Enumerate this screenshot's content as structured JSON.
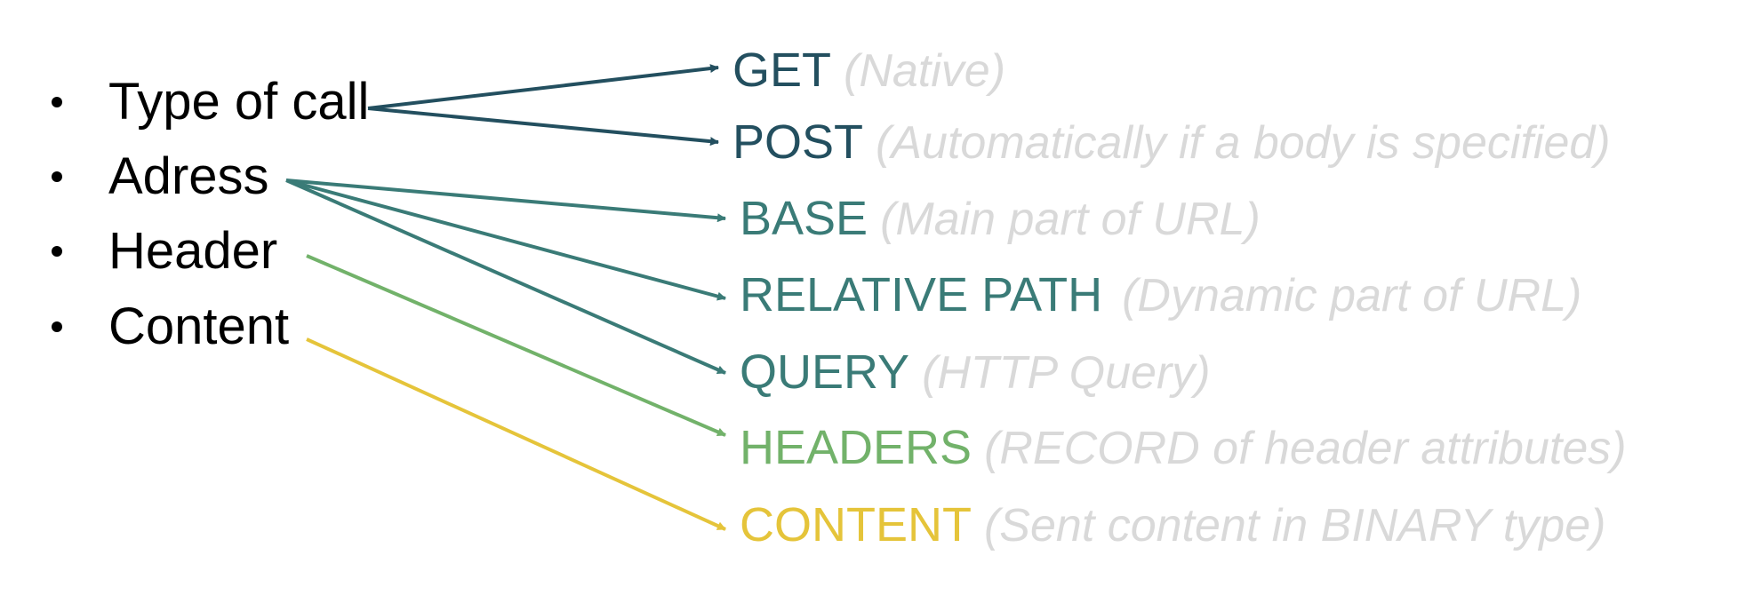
{
  "colors": {
    "dark": "#234f5f",
    "teal": "#3a7b77",
    "green": "#72b26a",
    "yellow": "#e5c43a",
    "note": "#d9d9d9"
  },
  "bullets": [
    {
      "label": "Type of call"
    },
    {
      "label": "Adress"
    },
    {
      "label": "Header"
    },
    {
      "label": "Content"
    }
  ],
  "targets": [
    {
      "term": "GET",
      "note": "(Native)"
    },
    {
      "term": "POST",
      "note": "(Automatically if a body is specified)"
    },
    {
      "term": "BASE",
      "note": "(Main part of URL)"
    },
    {
      "term": "RELATIVE PATH",
      "note": "(Dynamic part of URL)"
    },
    {
      "term": "QUERY",
      "note": "(HTTP Query)"
    },
    {
      "term": "HEADERS",
      "note": "(RECORD of header attributes)"
    },
    {
      "term": "CONTENT",
      "note": "(Sent content in BINARY type)"
    }
  ]
}
